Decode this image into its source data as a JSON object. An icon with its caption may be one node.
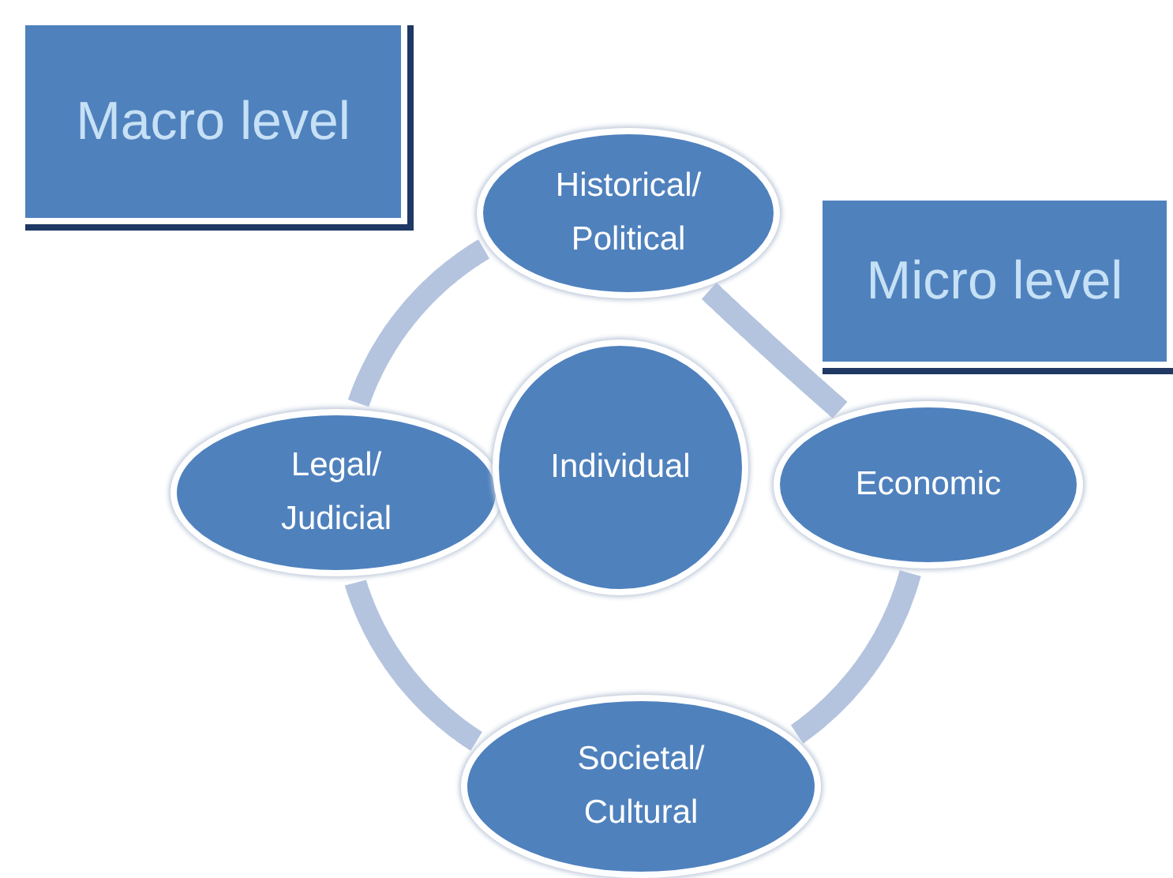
{
  "diagram": {
    "nodes": [
      {
        "text": [
          "Macro level"
        ]
      },
      {
        "text": [
          "Historical/ Political"
        ]
      },
      {
        "text": [
          "Micro level"
        ]
      },
      {
        "text": [
          "Legal/ Judicial"
        ]
      },
      {
        "text": [
          "Individual"
        ]
      },
      {
        "text": [
          "Economic"
        ]
      },
      {
        "text": [
          "Societal/ Cultural"
        ]
      }
    ],
    "edges": [
      {
        "from": 1,
        "to": 5,
        "arrow": "none"
      },
      {
        "from": 5,
        "to": 6,
        "arrow": "none"
      },
      {
        "from": 6,
        "to": 3,
        "arrow": "none"
      },
      {
        "from": 3,
        "to": 1,
        "arrow": "none"
      }
    ]
  }
}
